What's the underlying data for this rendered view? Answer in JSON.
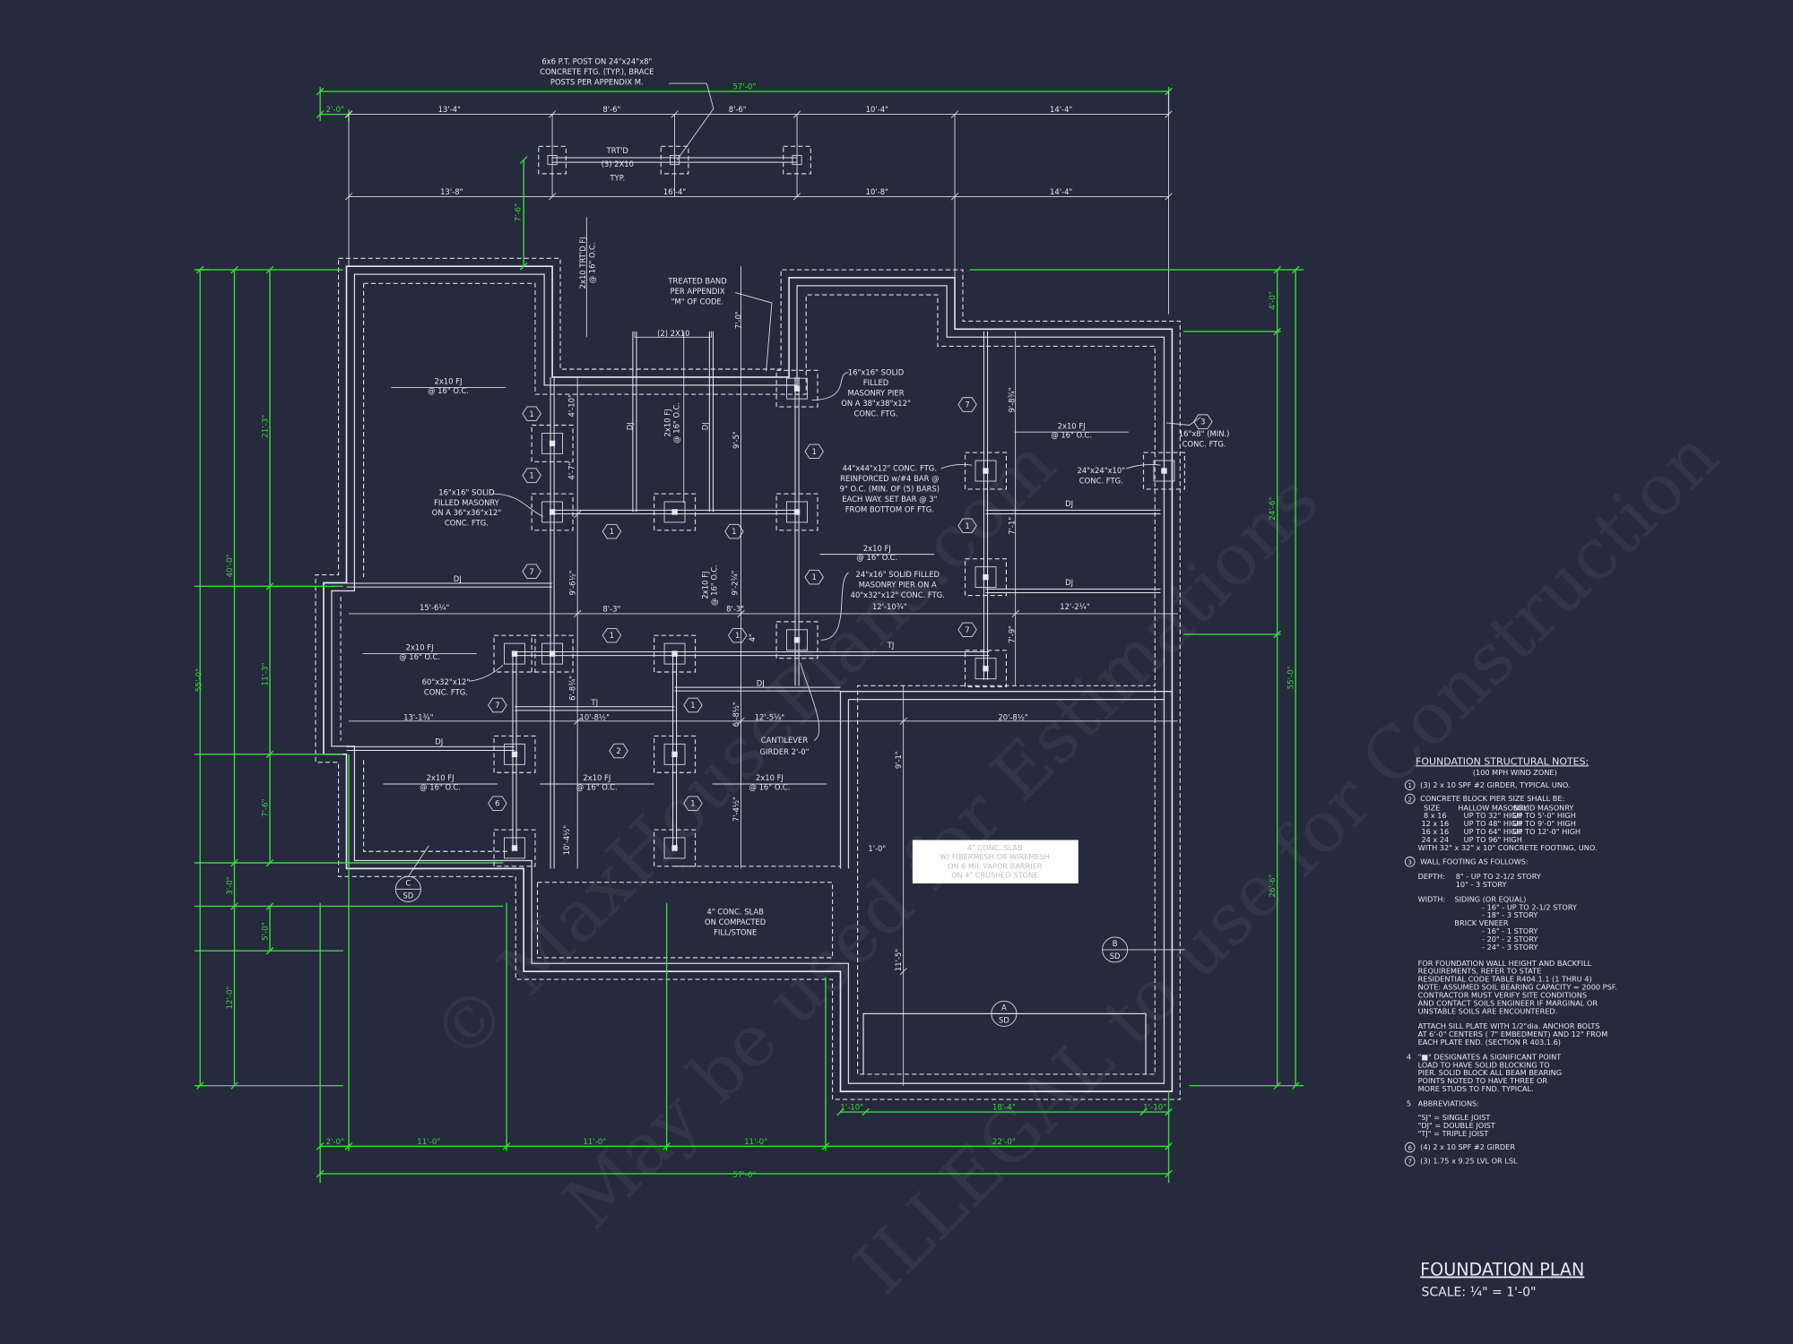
{
  "colors": {
    "background": "#262a3d",
    "linework": "#e4e7ee",
    "dimension_green": "#39d83c"
  },
  "title": {
    "name": "FOUNDATION PLAN",
    "scale": "SCALE: ¼\" = 1'-0\""
  },
  "watermark": [
    "© MaxHousePlans.com",
    "ILLEGAL to use for Construction",
    "May be used for Estimations"
  ],
  "dimensions": {
    "top_overall": "57'-0\"",
    "top_row1": [
      "2'-0\"",
      "13'-4\"",
      "8'-6\"",
      "8'-6\"",
      "10'-4\"",
      "14'-4\""
    ],
    "top_row2": [
      "13'-8\"",
      "16'-4\"",
      "10'-8\"",
      "14'-4\""
    ],
    "porch_depth": "7'-6\"",
    "garage_row": [
      "1'-10\"",
      "18'-4\"",
      "1'-10\""
    ],
    "bottom_row": [
      "2'-0\"",
      "11'-0\"",
      "11'-0\"",
      "11'-0\"",
      "22'-0\""
    ],
    "bottom_overall": "57'-0\"",
    "left_outer": "55'-0\"",
    "left_mid": [
      "40'-0\"",
      "3'-0\"",
      "12'-0\""
    ],
    "left_inner": [
      "21'-3\"",
      "11'-3\"",
      "7'-6\"",
      "5'-0\""
    ],
    "right_inner": [
      "4'-0\"",
      "24'-6\"",
      "26'-6\""
    ],
    "right_outer": "55'-0\""
  },
  "interior_dims": {
    "d7_0": "7'-0\"",
    "d4_10": "4'-10\"",
    "d4_7": "4'-7\"",
    "d9_5": "9'-5\"",
    "d9_8": "9'-8¾\"",
    "d7_1": "7'-1\"",
    "d12_2": "12'-2¼\"",
    "d7_9": "7'-9\"",
    "d15_6": "15'-6¼\"",
    "d9_6": "9'-6½\"",
    "d8_3a": "8'-3\"",
    "d8_3b": "8'-3\"",
    "d9_2": "9'-2¼\"",
    "d12_10": "12'-10¾\"",
    "d4in": "4\"",
    "d6_8a": "6'-8¾\"",
    "d10_8": "10'-8½\"",
    "d13_1": "13'-1¾\"",
    "d6_8b": "6'-8½\"",
    "d12_5": "12'-5¼\"",
    "d20_8": "20'-8½\"",
    "d9_1": "9'-1\"",
    "d7_4": "7'-4½\"",
    "d10_4": "10'-4½\"",
    "d1_0": "1'-0\"",
    "d11_5": "11'-5\""
  },
  "joists": {
    "fj": "2x10 FJ",
    "oc": "@ 16\" O.C.",
    "trtd": "2x10 TRT'D FJ",
    "dj": "DJ",
    "tj": "TJ"
  },
  "callouts": {
    "post_note": [
      "6x6 P.T. POST ON 24\"x24\"x8\"",
      "CONCRETE FTG. (TYP.), BRACE",
      "POSTS PER APPENDIX M."
    ],
    "porch_beam": [
      "TRT'D",
      "(3) 2X10",
      "TYP."
    ],
    "treated_band": [
      "TREATED BAND",
      "PER APPENDIX",
      "\"M\" OF CODE."
    ],
    "two_2x10": "(2) 2X10",
    "pier_16_38": [
      "16\"x16\" SOLID",
      "FILLED",
      "MASONRY PIER",
      "ON A 38\"x38\"x12\"",
      "CONC. FTG."
    ],
    "ftg_44": [
      "44\"x44\"x12\" CONC. FTG.",
      "REINFORCED w/#4 BAR @",
      "9\" O.C. (MIN. OF (5) BARS)",
      "EACH WAY. SET BAR @ 3\"",
      "FROM BOTTOM OF FTG."
    ],
    "ftg_16x8": [
      "16\"x8\" (MIN.)",
      "CONC. FTG."
    ],
    "ftg_24": [
      "24\"x24\"x10\"",
      "CONC. FTG."
    ],
    "pier_16_36": [
      "16\"x16\" SOLID",
      "FILLED MASONRY",
      "ON A 36\"x36\"x12\"",
      "CONC. FTG."
    ],
    "pier_24": [
      "24\"x16\" SOLID FILLED",
      "MASONRY PIER ON A",
      "40\"x32\"x12\" CONC. FTG."
    ],
    "ftg_60": [
      "60\"x32\"x12\"",
      "CONC. FTG."
    ],
    "cantilever": [
      "CANTILEVER",
      "GIRDER 2'-0\""
    ],
    "slab_note": [
      "4\" CONC. SLAB",
      "W/ FIBERMESH OR WIREMESH",
      "ON 6 MIL VAPOR BARRIER",
      "ON 4\" CRUSHED STONE"
    ],
    "slab_fill": [
      "4\" CONC. SLAB",
      "ON COMPACTED",
      "FILL/STONE"
    ]
  },
  "tags": [
    "1",
    "1",
    "7",
    "1",
    "1",
    "1",
    "1",
    "7",
    "1",
    "7",
    "1",
    "1",
    "7",
    "1",
    "2",
    "6",
    "1",
    "3"
  ],
  "sections": [
    {
      "letter": "C",
      "sheet": "SD"
    },
    {
      "letter": "B",
      "sheet": "SD"
    },
    {
      "letter": "A",
      "sheet": "SD"
    }
  ],
  "notes": {
    "heading": "FOUNDATION STRUCTURAL NOTES:",
    "lines": [
      "(100 MPH WIND ZONE)",
      "(3) 2 x 10 SPF #2 GIRDER, TYPICAL UNO.",
      "CONCRETE BLOCK PIER SIZE SHALL BE:",
      "SIZE",
      "HALLOW MASONRY",
      "SOLID MASONRY",
      "8 x 16",
      "UP TO 32\" HIGH",
      "UP TO 5'-0\" HIGH",
      "12 x 16",
      "UP TO 48\" HIGH",
      "UP TO 9'-0\" HIGH",
      "16 x 16",
      "UP TO 64\" HIGH",
      "UP TO 12'-0\" HIGH",
      "24 x 24",
      "UP TO 96\" HIGH",
      "WITH 32\" x 32\" x 10\" CONCRETE FOOTING, UNO.",
      "WALL FOOTING AS FOLLOWS:",
      "DEPTH:",
      "8\" - UP TO 2-1/2 STORY",
      "10\" - 3 STORY",
      "WIDTH:",
      "SIDING (OR EQUAL)",
      "- 16\" - UP TO 2-1/2 STORY",
      "- 18\" - 3 STORY",
      "BRICK VENEER",
      "- 16\" - 1 STORY",
      "- 20\" - 2 STORY",
      "- 24\" - 3 STORY",
      "FOR FOUNDATION WALL HEIGHT AND BACKFILL",
      "REQUIREMENTS, REFER TO STATE",
      "RESIDENTIAL CODE TABLE R404.1.1 (1 THRU 4)",
      "NOTE: ASSUMED SOIL BEARING CAPACITY = 2000 PSF.",
      "CONTRACTOR MUST VERIFY SITE CONDITIONS",
      "AND CONTACT SOILS ENGINEER IF MARGINAL OR",
      "UNSTABLE SOILS ARE ENCOUNTERED.",
      "ATTACH SILL PLATE WITH 1/2\"dia. ANCHOR BOLTS",
      "AT 6'-0\" CENTERS ( 7\" EMBEDMENT) AND 12\" FROM",
      "EACH PLATE END. (SECTION R 403.1.6)",
      "4",
      "\"■\" DESIGNATES A SIGNIFICANT POINT",
      "LOAD TO HAVE SOLID BLOCKING TO",
      "PIER. SOLID BLOCK ALL BEAM BEARING",
      "POINTS NOTED TO HAVE THREE OR",
      "MORE STUDS TO FND. TYPICAL.",
      "5",
      "ABBREVIATIONS:",
      "\"SJ\" = SINGLE JOIST",
      "\"DJ\" = DOUBLE JOIST",
      "\"TJ\" = TRIPLE JOIST",
      "(4) 2 x 10 SPF #2 GIRDER",
      "(3) 1.75 x 9.25 LVL OR LSL"
    ],
    "markers": [
      "1",
      "2",
      "3",
      "6",
      "7"
    ]
  }
}
